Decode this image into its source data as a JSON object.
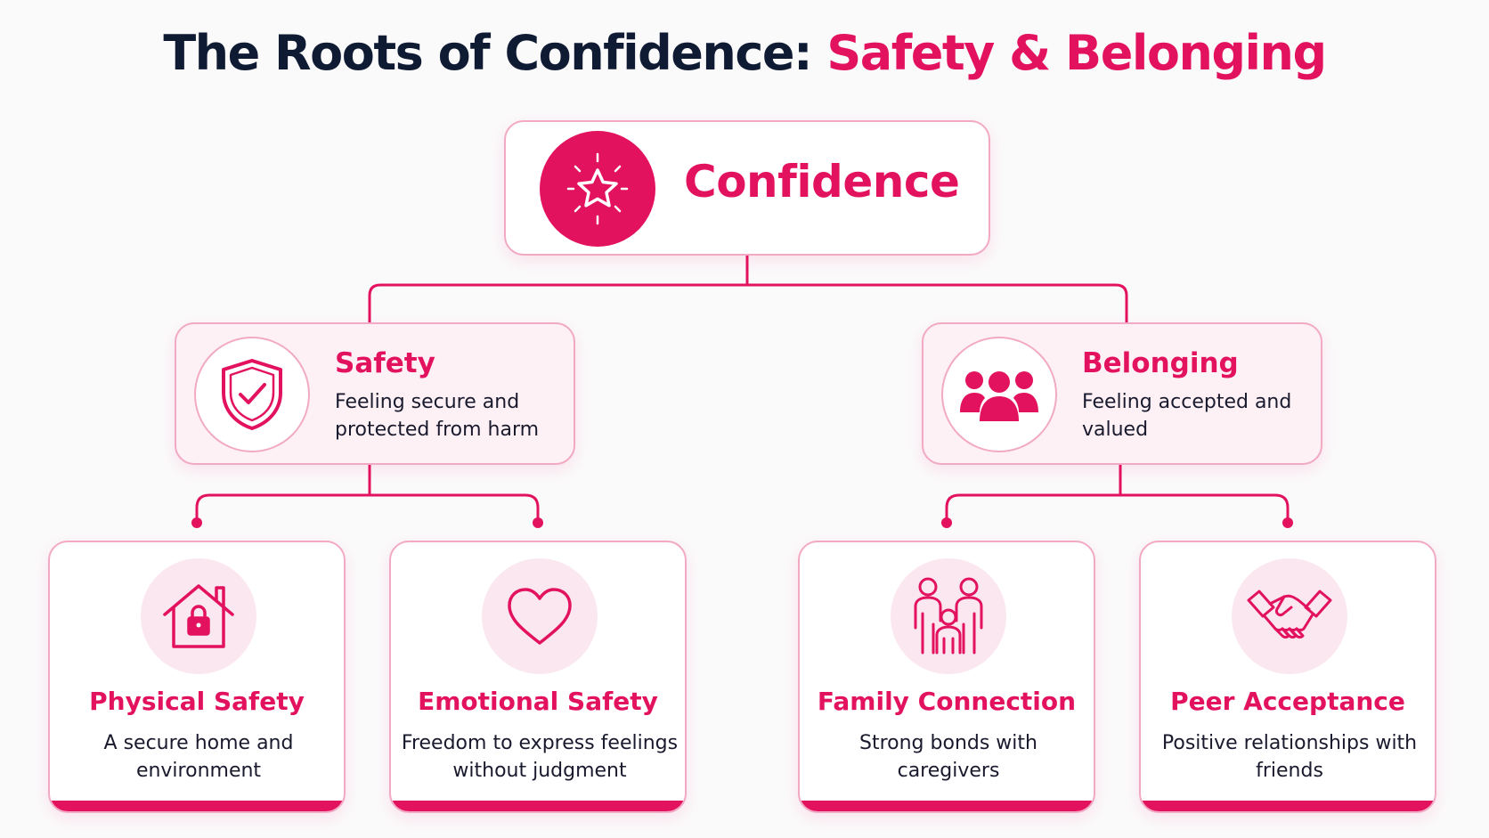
{
  "title": {
    "main": "The Roots of Confidence: ",
    "accent": "Safety & Belonging"
  },
  "colors": {
    "accent": "#e3125f",
    "dark_text": "#0f1a33",
    "card_border": "#f2a9c4",
    "mid_card_bg": "#fdf1f5",
    "icon_circle_bg": "#fbe7ef"
  },
  "root": {
    "label": "Confidence",
    "icon": "star-icon"
  },
  "pillars": [
    {
      "title": "Safety",
      "description": "Feeling secure and protected from harm",
      "icon": "shield-check-icon"
    },
    {
      "title": "Belonging",
      "description": "Feeling accepted and valued",
      "icon": "people-group-icon"
    }
  ],
  "roots": [
    {
      "title": "Physical Safety",
      "description": "A secure home and environment",
      "icon": "house-lock-icon"
    },
    {
      "title": "Emotional Safety",
      "description": "Freedom to express feelings without judgment",
      "icon": "heart-icon"
    },
    {
      "title": "Family Connection",
      "description": "Strong bonds with caregivers",
      "icon": "family-icon"
    },
    {
      "title": "Peer Acceptance",
      "description": "Positive relationships with friends",
      "icon": "handshake-icon"
    }
  ]
}
